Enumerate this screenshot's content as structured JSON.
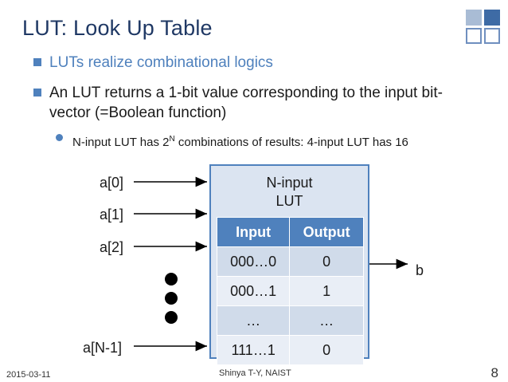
{
  "slide": {
    "title": "LUT: Look Up Table",
    "bullets": [
      "LUTs realize combinational logics",
      "An LUT returns a 1-bit value corresponding to the input bit-vector (=Boolean function)"
    ],
    "sub_bullet": {
      "pre": "N-input LUT has 2",
      "sup": "N",
      "post": " combinations of results: 4-input LUT has 16"
    }
  },
  "diagram": {
    "inputs": [
      "a[0]",
      "a[1]",
      "a[2]",
      "a[N-1]"
    ],
    "output": "b",
    "lut_title_line1": "N-input",
    "lut_title_line2": "LUT",
    "table_headers": [
      "Input",
      "Output"
    ],
    "rows": [
      [
        "000…0",
        "0"
      ],
      [
        "000…1",
        "1"
      ],
      [
        "…",
        "…"
      ],
      [
        "111…1",
        "0"
      ]
    ]
  },
  "footer": {
    "date": "2015-03-11",
    "author": "Shinya T-Y, NAIST",
    "page": "8"
  },
  "colors": {
    "title": "#1f3864",
    "accent": "#4f81bd",
    "lut_fill": "#dbe4f1"
  },
  "icons": [
    "logo-squares-icon"
  ]
}
